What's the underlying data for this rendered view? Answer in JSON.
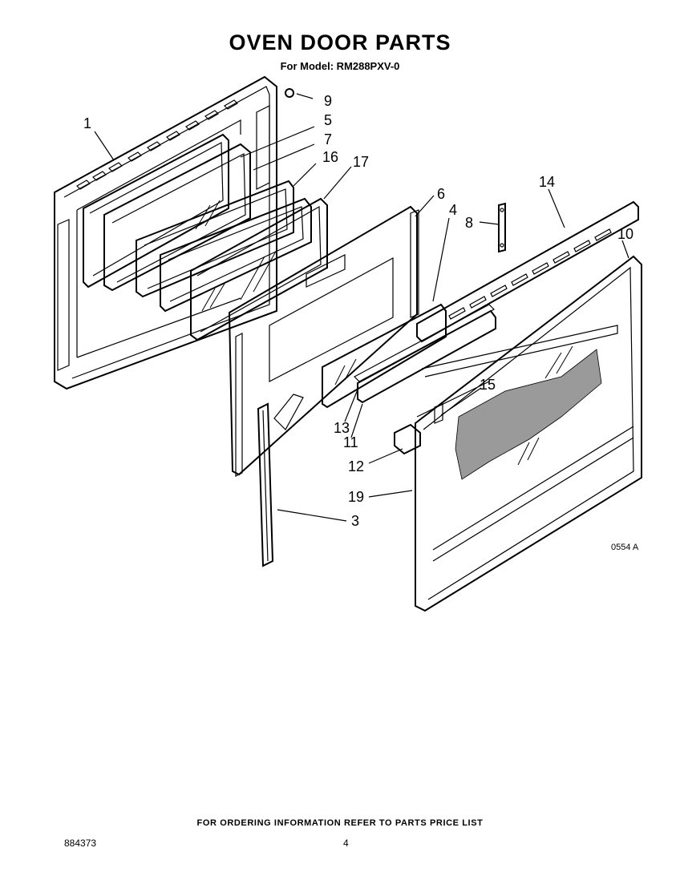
{
  "header": {
    "title": "OVEN DOOR PARTS",
    "model_line": "For Model: RM288PXV-0"
  },
  "callouts": [
    {
      "id": "c1",
      "label": "1"
    },
    {
      "id": "c3",
      "label": "3"
    },
    {
      "id": "c4",
      "label": "4"
    },
    {
      "id": "c5",
      "label": "5"
    },
    {
      "id": "c6",
      "label": "6"
    },
    {
      "id": "c7",
      "label": "7"
    },
    {
      "id": "c8",
      "label": "8"
    },
    {
      "id": "c9",
      "label": "9"
    },
    {
      "id": "c10",
      "label": "10"
    },
    {
      "id": "c11",
      "label": "11"
    },
    {
      "id": "c12",
      "label": "12"
    },
    {
      "id": "c13",
      "label": "13"
    },
    {
      "id": "c14",
      "label": "14"
    },
    {
      "id": "c15",
      "label": "15"
    },
    {
      "id": "c16",
      "label": "16"
    },
    {
      "id": "c17",
      "label": "17"
    },
    {
      "id": "c19",
      "label": "19"
    }
  ],
  "diagram_code": "0554 A",
  "footer": {
    "ordering_note": "FOR ORDERING INFORMATION REFER TO PARTS PRICE LIST",
    "document_number": "884373",
    "page_number": "4"
  }
}
